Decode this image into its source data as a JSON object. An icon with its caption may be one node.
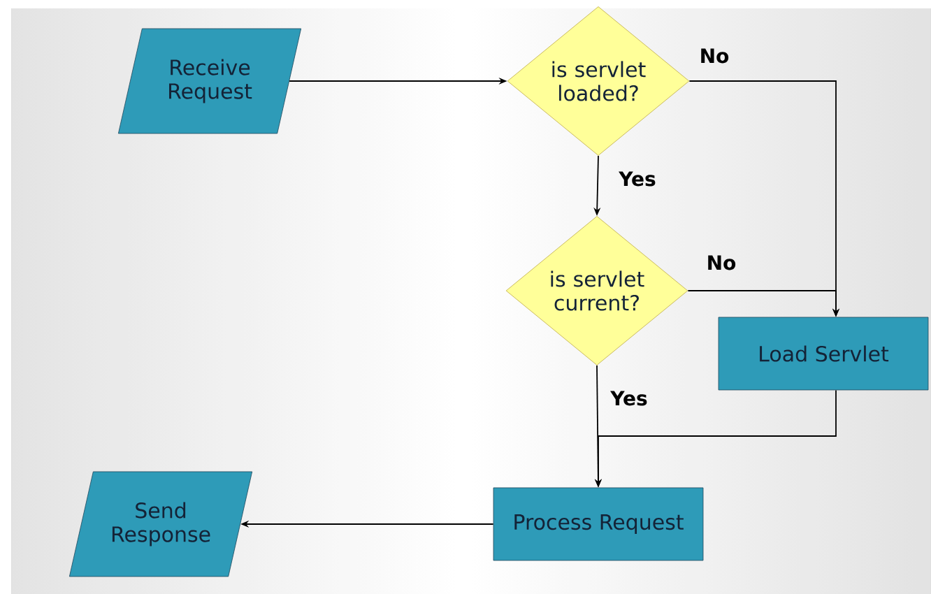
{
  "diagram": {
    "nodes": [
      {
        "text": [
          "Receive Request"
        ]
      },
      {
        "text": [
          "is servlet loaded?"
        ]
      },
      {
        "text": [
          "is servlet current?"
        ]
      },
      {
        "text": [
          "Load Servlet"
        ]
      },
      {
        "text": [
          "Process Request"
        ]
      },
      {
        "text": [
          "Send Response"
        ]
      }
    ],
    "edges": [
      {
        "from": 0,
        "to": 1,
        "arrow": "to"
      },
      {
        "from": 1,
        "to": 2,
        "arrow": "to",
        "label": "Yes"
      },
      {
        "from": 1,
        "to": 3,
        "arrow": "to",
        "label": "No"
      },
      {
        "from": 2,
        "to": 3,
        "arrow": "to",
        "label": "No"
      },
      {
        "from": 3,
        "to": 4,
        "arrow": "to"
      },
      {
        "from": 2,
        "to": 4,
        "arrow": "to",
        "label": "Yes"
      },
      {
        "from": 4,
        "to": 5,
        "arrow": "to"
      }
    ]
  }
}
